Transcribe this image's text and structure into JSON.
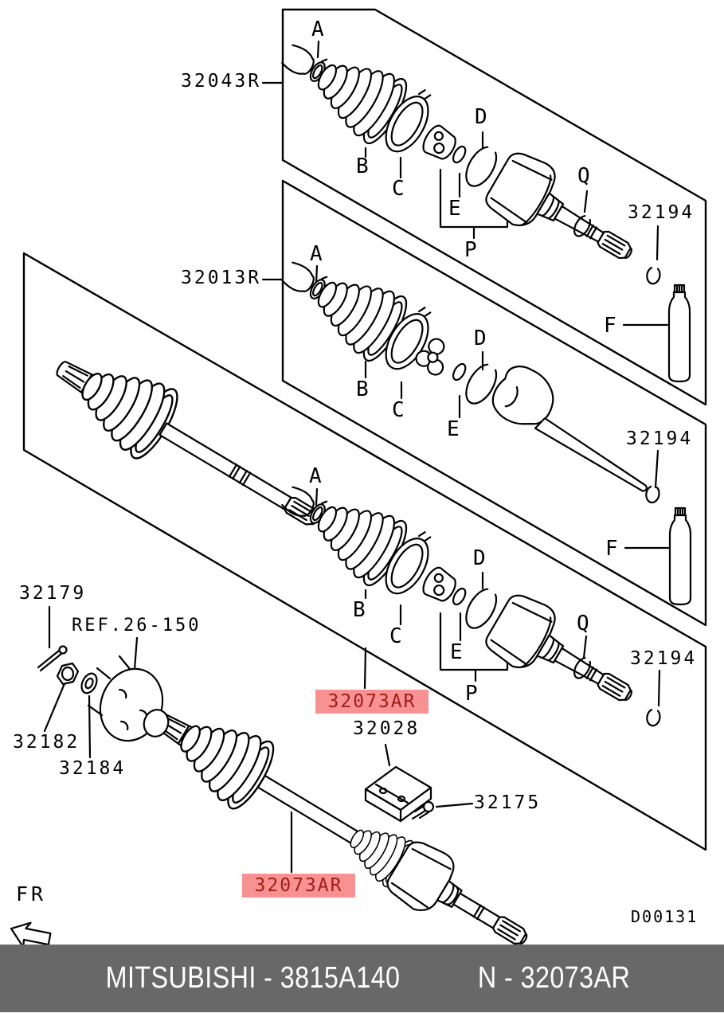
{
  "colors": {
    "highlight_bg": "#f89191",
    "highlight_text": "#9e1d17",
    "footer_bg": "#686868",
    "footer_text": "#ffffff",
    "line": "#000000"
  },
  "footer": {
    "left": "MITSUBISHI - 3815A140",
    "right": "N - 32073AR"
  },
  "diagram_code": "D00131",
  "orientation_label": "FR",
  "labels": {
    "kit_top": "32043R",
    "kit_mid": "32013R",
    "snap_ring": "32194",
    "grease": "F",
    "callout_a": "A",
    "callout_b": "B",
    "callout_c": "C",
    "callout_d": "D",
    "callout_e": "E",
    "callout_p": "P",
    "callout_q": "Q",
    "drive_shaft": "32073AR",
    "damper": "32028",
    "bolt": "32175",
    "cotter_pin": "32179",
    "hub_ref": "REF.26-150",
    "nut": "32182",
    "washer": "32184"
  }
}
